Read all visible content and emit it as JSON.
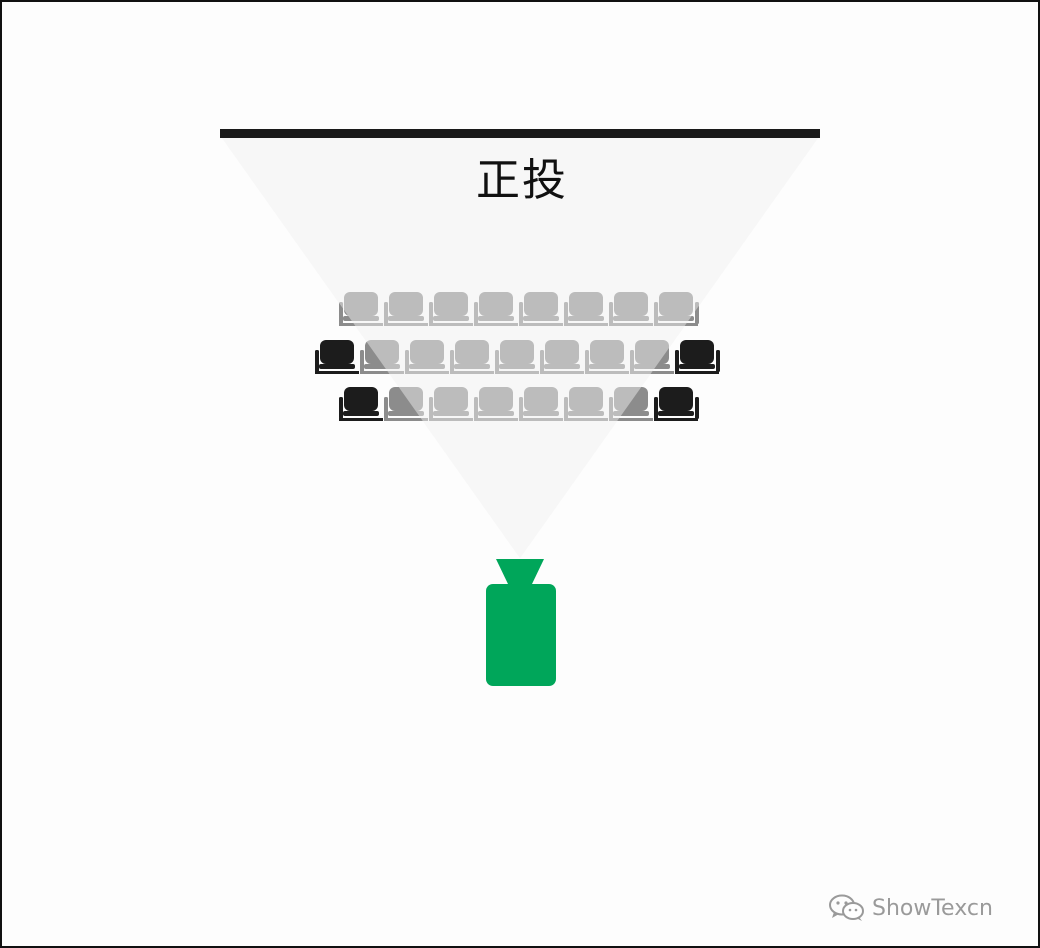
{
  "diagram": {
    "title": "正投",
    "colors": {
      "screen": "#1a1a1a",
      "beam": "#d9d9d9",
      "seat_dark": "#1c1c1c",
      "seat_lit": "#8c8c8c",
      "projector": "#00a65a",
      "frame_border": "#111111"
    },
    "seating": {
      "rows": [
        {
          "seats": 8,
          "lit_seats": 8
        },
        {
          "seats": 9,
          "lit_seats": 7
        },
        {
          "seats": 8,
          "lit_seats": 6
        }
      ]
    }
  },
  "watermark": {
    "icon": "wechat-icon",
    "text": "ShowTexcn"
  }
}
